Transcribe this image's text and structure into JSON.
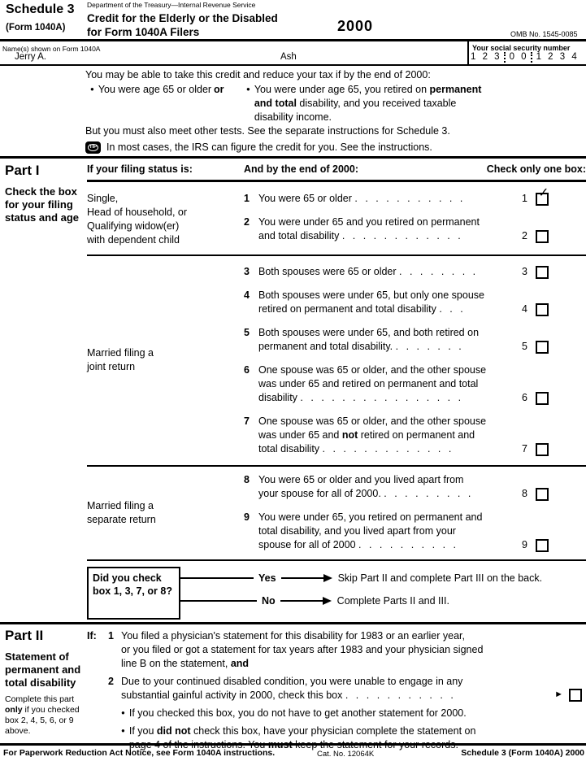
{
  "icons": {
    "checkmark": "✓",
    "arrowhead": "►",
    "bullet": "●",
    "tip": "TIP"
  },
  "header": {
    "schedule": "Schedule 3",
    "form": "(Form 1040A)",
    "department": "Department of the Treasury—Internal Revenue Service",
    "title_line1": "Credit for the Elderly or the Disabled",
    "title_line2": "for Form 1040A Filers",
    "year": "2000",
    "omb": "OMB No. 1545-0085"
  },
  "name_box": {
    "name_label": "Name(s) shown on Form 1040A",
    "first_name": "Jerry A.",
    "last_name": "Ash",
    "ssn_label": "Your social security number",
    "ssn_groups": [
      "1 2 3",
      "0 0",
      "1 2 3 4"
    ]
  },
  "intro": {
    "line1": "You may be able to take this credit and reduce your tax if by the end of 2000:",
    "bullet_left": "You were age 65 or older",
    "or_label": "or",
    "bullet_right": [
      {
        "t": "You were under age 65, you retired on "
      },
      {
        "t": "permanent",
        "b": true
      },
      {
        "br": true
      },
      {
        "t": "and total",
        "b": true
      },
      {
        "t": " disability, and you received taxable"
      },
      {
        "br": true
      },
      {
        "t": "disability income."
      }
    ],
    "line2": "But you must also meet other tests. See the separate instructions for Schedule 3.",
    "tip_text": "In most cases, the IRS can figure the credit for you. See the instructions."
  },
  "part1": {
    "label": "Part I",
    "sidebar": "Check the box for your filing status and age",
    "col1_header": "If your filing status is:",
    "col2_header": "And by the end of 2000:",
    "col3_header": "Check only one box:",
    "groups": [
      {
        "status": "Single,\nHead of household, or\nQualifying widow(er)\nwith dependent child",
        "lines": [
          {
            "num": "1",
            "checked": true,
            "segments": [
              {
                "t": "You were 65 or older "
              },
              {
                "t": ". . . . . . . . . . .",
                "d": true
              }
            ]
          },
          {
            "num": "2",
            "checked": false,
            "segments": [
              {
                "t": "You were under 65 and you retired on permanent"
              },
              {
                "br": true
              },
              {
                "t": "and total disability "
              },
              {
                "t": ". . . . . . . . . . . .",
                "d": true
              }
            ]
          }
        ]
      },
      {
        "status": "Married filing a\njoint return",
        "lines": [
          {
            "num": "3",
            "checked": false,
            "segments": [
              {
                "t": "Both spouses were 65 or older "
              },
              {
                "t": ". . . . . . . .",
                "d": true
              }
            ]
          },
          {
            "num": "4",
            "checked": false,
            "segments": [
              {
                "t": "Both spouses were under 65, but only one spouse"
              },
              {
                "br": true
              },
              {
                "t": "retired on permanent and total disability "
              },
              {
                "t": ". . .",
                "d": true
              }
            ]
          },
          {
            "num": "5",
            "checked": false,
            "segments": [
              {
                "t": "Both spouses were under 65, and both retired on"
              },
              {
                "br": true
              },
              {
                "t": "permanent and total disability. "
              },
              {
                "t": ". . . . . . .",
                "d": true
              }
            ]
          },
          {
            "num": "6",
            "checked": false,
            "segments": [
              {
                "t": "One spouse was 65 or older, and the other spouse"
              },
              {
                "br": true
              },
              {
                "t": "was under 65 and retired on permanent and total"
              },
              {
                "br": true
              },
              {
                "t": "disability "
              },
              {
                "t": ". . . . . . . . . . . . . . . .",
                "d": true
              }
            ]
          },
          {
            "num": "7",
            "checked": false,
            "segments": [
              {
                "t": "One spouse was 65 or older, and the other spouse"
              },
              {
                "br": true
              },
              {
                "t": "was under 65 and "
              },
              {
                "t": "not",
                "b": true
              },
              {
                "t": " retired on permanent and"
              },
              {
                "br": true
              },
              {
                "t": "total disability  "
              },
              {
                "t": ". . . . . . . . . . . . .",
                "d": true
              }
            ]
          }
        ]
      },
      {
        "status": "Married filing a\nseparate return",
        "lines": [
          {
            "num": "8",
            "checked": false,
            "segments": [
              {
                "t": "You were 65 or older and you lived apart from"
              },
              {
                "br": true
              },
              {
                "t": "your spouse for all of 2000. "
              },
              {
                "t": ". . . . . . . . .",
                "d": true
              }
            ]
          },
          {
            "num": "9",
            "checked": false,
            "segments": [
              {
                "t": "You were under 65, you retired on permanent and"
              },
              {
                "br": true
              },
              {
                "t": "total disability, and you lived apart from your"
              },
              {
                "br": true
              },
              {
                "t": "spouse for all of 2000  "
              },
              {
                "t": ". . . . . . . . . .",
                "d": true
              }
            ]
          }
        ]
      }
    ],
    "decision": {
      "box_text": "Did you check box 1, 3, 7, or 8?",
      "yes_label": "Yes",
      "yes_text": "Skip Part II and complete Part III on the back.",
      "no_label": "No",
      "no_text": "Complete Parts II and III."
    }
  },
  "part2": {
    "label": "Part II",
    "sidebar_title": "Statement of permanent and total disability",
    "sidebar_note": [
      {
        "t": "Complete this part "
      },
      {
        "t": "only",
        "b": true
      },
      {
        "t": " if you checked box 2, 4, 5, 6, or 9 above."
      }
    ],
    "if_label": "If:",
    "item1_num": "1",
    "item1": [
      {
        "t": "You filed a physician's statement for this disability for 1983 or an earlier year,"
      },
      {
        "br": true
      },
      {
        "t": "or you filed or got a statement for tax years after 1983 and your physician signed"
      },
      {
        "br": true
      },
      {
        "t": "line B on the statement, "
      },
      {
        "t": "and",
        "b": true
      }
    ],
    "item2_num": "2",
    "item2_checked": false,
    "item2": [
      {
        "t": "Due to your continued disabled condition, you were unable to engage in any"
      },
      {
        "br": true
      },
      {
        "t": "substantial gainful activity in 2000, check this box   "
      },
      {
        "t": ". . . . . . . . . . .",
        "d": true
      }
    ],
    "bullet1": [
      {
        "t": "If you checked this box, you do not have to get another statement for 2000."
      }
    ],
    "bullet2": [
      {
        "t": "If you "
      },
      {
        "t": "did not",
        "b": true
      },
      {
        "t": " check this box, have your physician complete the statement on"
      },
      {
        "br": true
      },
      {
        "t": "page 4 of the instructions. You "
      },
      {
        "t": "must",
        "b": true
      },
      {
        "t": " keep the statement for your records."
      }
    ]
  },
  "footer": {
    "left": "For Paperwork Reduction Act Notice, see Form 1040A instructions.",
    "center": "Cat. No. 12064K",
    "right": "Schedule 3 (Form 1040A) 2000"
  }
}
